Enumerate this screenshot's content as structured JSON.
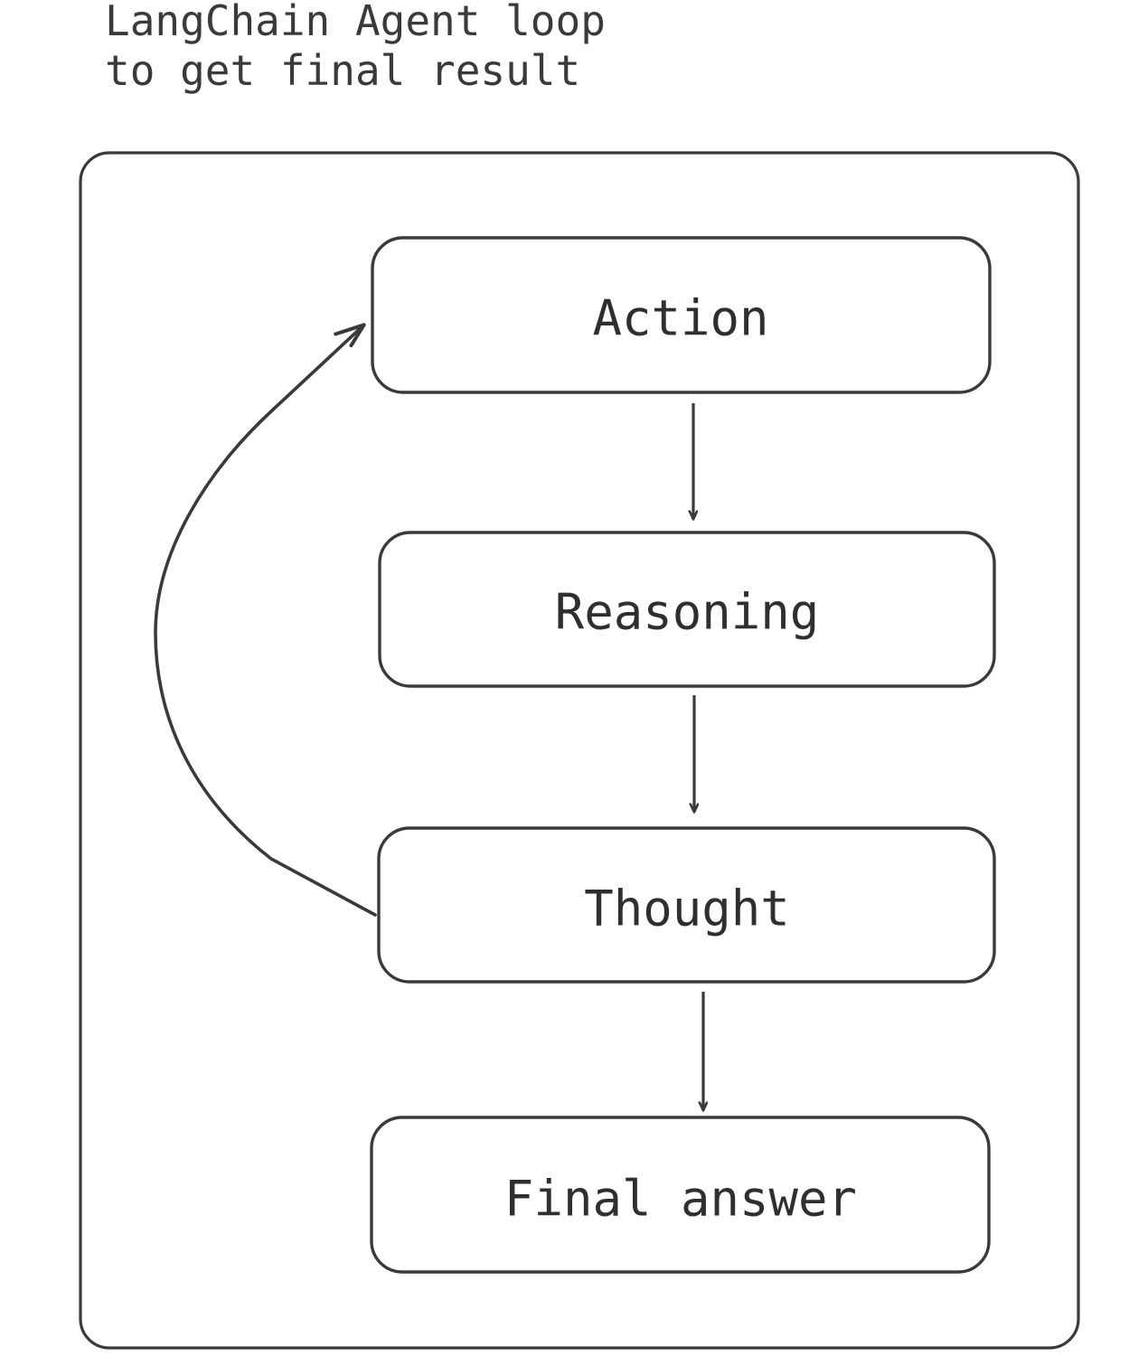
{
  "diagram": {
    "title_line1": "LangChain Agent loop",
    "title_line2": "to get final result",
    "stroke_color": "#3a3a3a",
    "text_color": "#2f2f2f",
    "background_color": "#ffffff",
    "type": "flowchart",
    "container_label": "agent-loop-container",
    "nodes": [
      {
        "id": "action",
        "label": "Action",
        "shape": "rounded-rect"
      },
      {
        "id": "reason",
        "label": "Reasoning",
        "shape": "rounded-rect"
      },
      {
        "id": "thought",
        "label": "Thought",
        "shape": "rounded-rect"
      },
      {
        "id": "final",
        "label": "Final answer",
        "shape": "rounded-rect"
      }
    ],
    "edges": [
      {
        "from": "action",
        "to": "reason",
        "style": "straight-arrow-down"
      },
      {
        "from": "reason",
        "to": "thought",
        "style": "straight-arrow-down"
      },
      {
        "from": "thought",
        "to": "final",
        "style": "straight-arrow-down"
      },
      {
        "from": "thought",
        "to": "action",
        "style": "curved-feedback-arrow"
      }
    ]
  }
}
